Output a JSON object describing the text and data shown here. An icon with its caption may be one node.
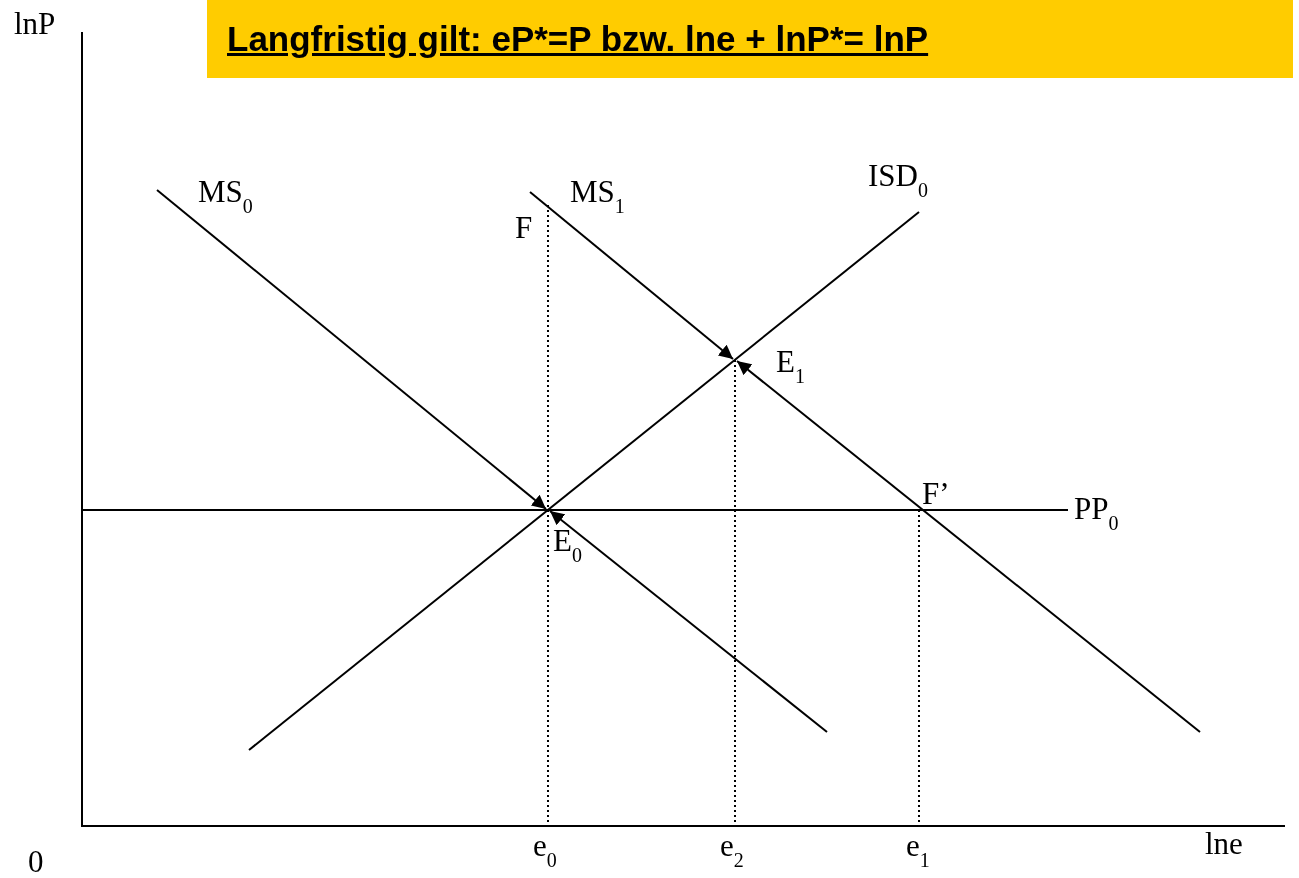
{
  "diagram": {
    "title": "Langfristig gilt: eP*=P bzw. lne + lnP*= lnP",
    "labels": [
      "lnP",
      "MS$_{0}$",
      "MS$_{1}$",
      "ISD$_{0}$",
      "F",
      "E$_{1}$",
      "F’",
      "PP$_{0}$",
      "E$_{0}$",
      "0",
      "e$_{0}$",
      "e$_{2}$",
      "e$_{1}$",
      "lne"
    ]
  }
}
